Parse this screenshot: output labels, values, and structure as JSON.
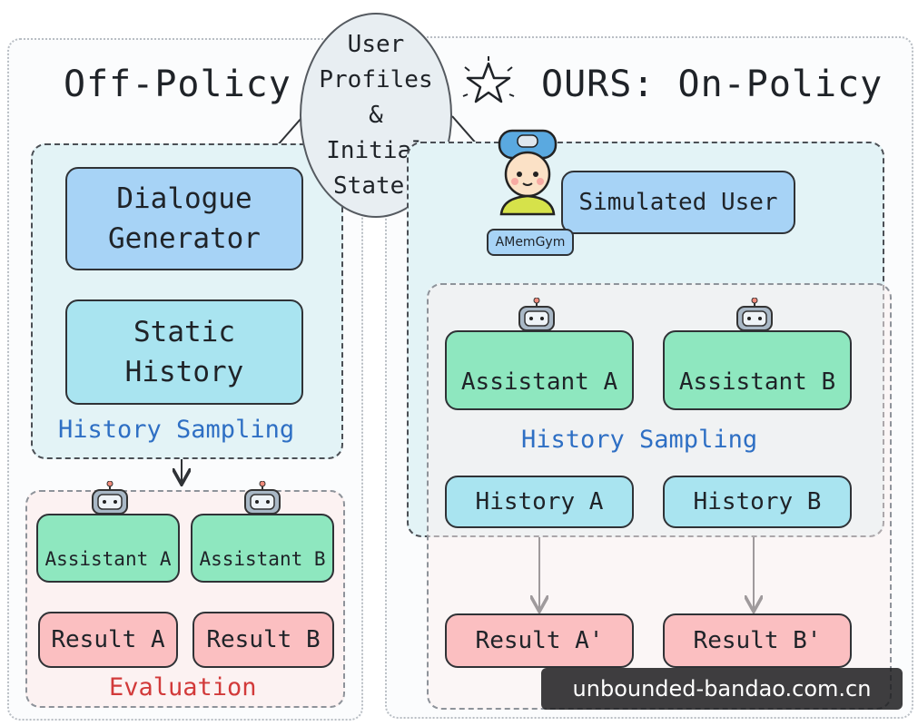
{
  "left": {
    "title": "Off-Policy",
    "dialogue_generator": "Dialogue\nGenerator",
    "static_history": "Static\nHistory",
    "history_sampling": "History Sampling",
    "assistant_a": "Assistant A",
    "assistant_b": "Assistant B",
    "result_a": "Result A",
    "result_b": "Result B",
    "evaluation": "Evaluation"
  },
  "center": {
    "profiles": "User\nProfiles\n&\nInitial\nStates"
  },
  "right": {
    "title": "OURS: On-Policy",
    "simulated_user": "Simulated User",
    "badge": "AMemGym",
    "assistant_a": "Assistant A",
    "assistant_b": "Assistant B",
    "history_sampling": "History Sampling",
    "history_a": "History A",
    "history_b": "History B",
    "result_a": "Result A'",
    "result_b": "Result B'"
  },
  "watermark": "unbounded-bandao.com.cn"
}
